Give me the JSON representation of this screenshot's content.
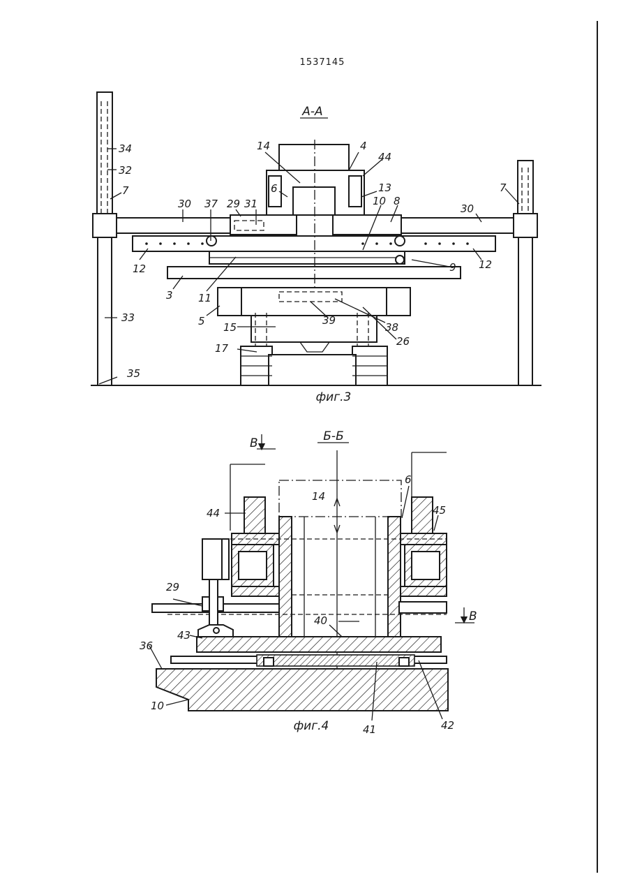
{
  "document": {
    "patent_number": "1537145"
  },
  "figure3": {
    "section_title": "А-А",
    "caption": "фиг.3",
    "labels": [
      "34",
      "32",
      "7",
      "30",
      "37",
      "29",
      "31",
      "12",
      "3",
      "11",
      "5",
      "33",
      "17",
      "35",
      "14",
      "4",
      "44",
      "6",
      "13",
      "10",
      "8",
      "30",
      "7",
      "12",
      "9",
      "39",
      "38",
      "26",
      "15"
    ]
  },
  "figure4": {
    "section_title": "Б-Б",
    "caption": "фиг.4",
    "view_marks": [
      "В",
      "В"
    ],
    "labels": [
      "44",
      "14",
      "6",
      "45",
      "29",
      "43",
      "36",
      "10",
      "40",
      "41",
      "42"
    ]
  }
}
